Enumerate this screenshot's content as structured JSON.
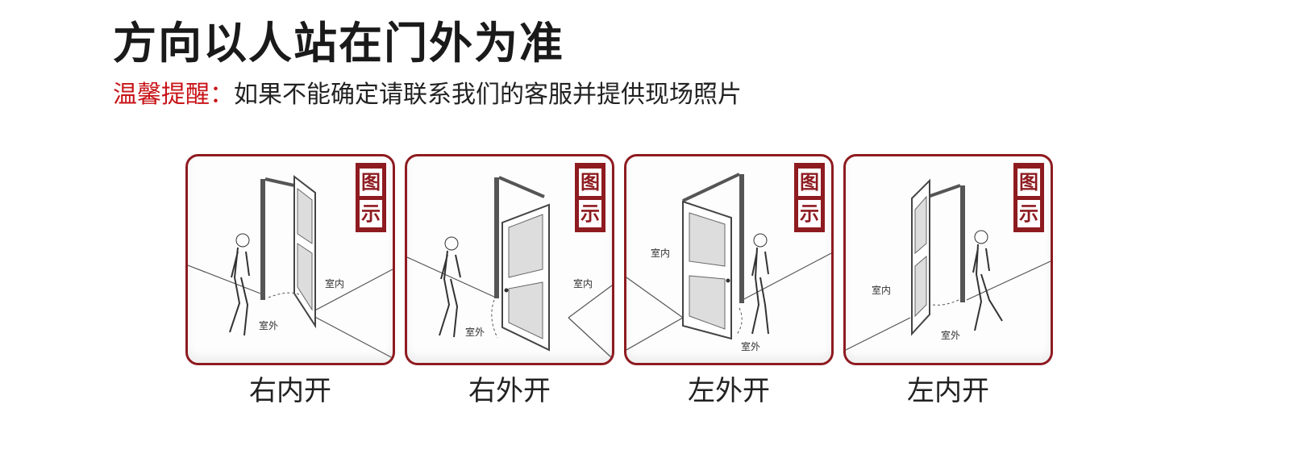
{
  "header": {
    "title": "方向以人站在门外为准",
    "notice_label": "温馨提醒：",
    "notice_text": "如果不能确定请联系我们的客服并提供现场照片"
  },
  "colors": {
    "accent": "#8e1b20",
    "notice_red": "#c81418"
  },
  "cards": [
    {
      "caption": "右内开",
      "badge_top": "图",
      "badge_bottom": "示",
      "inside": "室内",
      "outside": "室外"
    },
    {
      "caption": "右外开",
      "badge_top": "图",
      "badge_bottom": "示",
      "inside": "室内",
      "outside": "室外"
    },
    {
      "caption": "左外开",
      "badge_top": "图",
      "badge_bottom": "示",
      "inside": "室内",
      "outside": "室外"
    },
    {
      "caption": "左内开",
      "badge_top": "图",
      "badge_bottom": "示",
      "inside": "室内",
      "outside": "室外"
    }
  ]
}
